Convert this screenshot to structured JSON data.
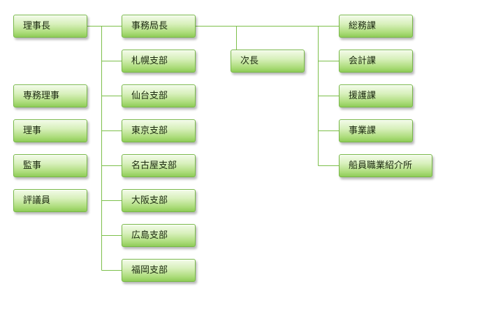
{
  "left_column": {
    "chairman": "理事長",
    "executive_director": "専務理事",
    "director": "理事",
    "auditor": "監事",
    "councilor": "評議員"
  },
  "secretariat": {
    "secretary_general": "事務局長",
    "deputy": "次長"
  },
  "branches": [
    "札幌支部",
    "仙台支部",
    "東京支部",
    "名古屋支部",
    "大阪支部",
    "広島支部",
    "福岡支部"
  ],
  "sections": [
    "総務課",
    "会計課",
    "援護課",
    "事業課",
    "船員職業紹介所"
  ]
}
